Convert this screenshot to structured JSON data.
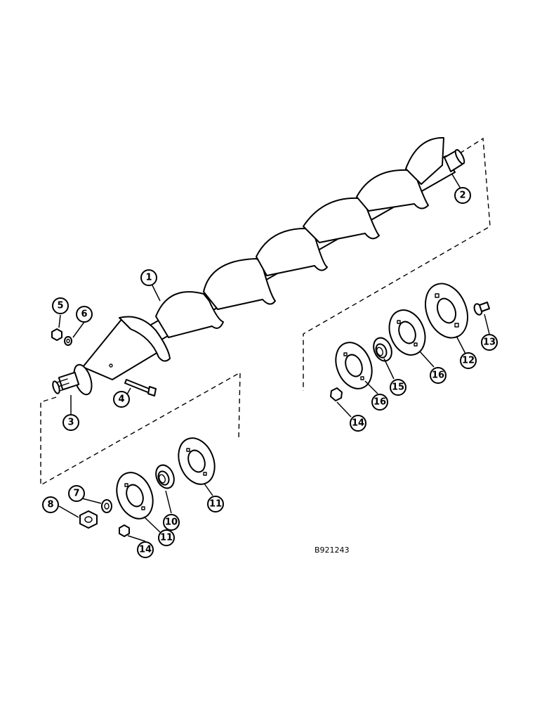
{
  "drawing_code": "B921243",
  "callouts": [
    {
      "id": "c1",
      "label": "1"
    },
    {
      "id": "c2",
      "label": "2"
    },
    {
      "id": "c3",
      "label": "3"
    },
    {
      "id": "c4",
      "label": "4"
    },
    {
      "id": "c5",
      "label": "5"
    },
    {
      "id": "c6",
      "label": "6"
    },
    {
      "id": "c7",
      "label": "7"
    },
    {
      "id": "c8",
      "label": "8"
    },
    {
      "id": "c10",
      "label": "10"
    },
    {
      "id": "c11a",
      "label": "11"
    },
    {
      "id": "c11b",
      "label": "11"
    },
    {
      "id": "c12",
      "label": "12"
    },
    {
      "id": "c13",
      "label": "13"
    },
    {
      "id": "c14a",
      "label": "14"
    },
    {
      "id": "c14b",
      "label": "14"
    },
    {
      "id": "c15",
      "label": "15"
    },
    {
      "id": "c16a",
      "label": "16"
    },
    {
      "id": "c16b",
      "label": "16"
    }
  ]
}
